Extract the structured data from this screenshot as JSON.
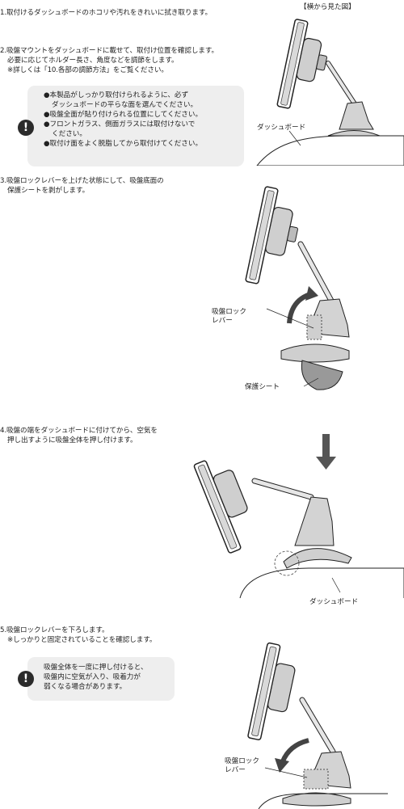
{
  "header_caption": "【横から見た図】",
  "step1": {
    "text": "1.取付けるダッシュボードのホコリや汚れをきれいに拭き取ります。"
  },
  "step2": {
    "lines": [
      "2.吸盤マウントをダッシュボードに載せて、取付け位置を確認します。",
      "必要に応じてホルダー長さ、角度などを調節をします。",
      "※詳しくは「10.各部の調節方法」をご覧ください。"
    ],
    "warning": [
      "●本製品がしっかり取付けられるように、必ず",
      "ダッシュボードの平らな面を選んでください。",
      "●吸盤全面が貼り付けられる位置にしてください。",
      "●フロントガラス、側面ガラスには取付けないで",
      "ください。",
      "●取付け面をよく脱脂してから取付けてください。"
    ],
    "label_dashboard": "ダッシュボード"
  },
  "step3": {
    "lines": [
      "3.吸盤ロックレバーを上げた状態にして、吸盤底面の",
      "保護シートを剥がします。"
    ],
    "label_lever": [
      "吸盤ロック",
      "レバー"
    ],
    "label_sheet": "保護シート"
  },
  "step4": {
    "lines": [
      "4.吸盤の端をダッシュボードに付けてから、空気を",
      "押し出すように吸盤全体を押し付けます。"
    ],
    "label_dashboard": "ダッシュボード"
  },
  "step5": {
    "lines": [
      "5.吸盤ロックレバーを下ろします。",
      "※しっかりと固定されていることを確認します。"
    ],
    "warning": [
      "吸盤全体を一度に押し付けると、",
      "吸盤内に空気が入り、吸着力が",
      "弱くなる場合があります。"
    ],
    "label_lever": [
      "吸盤ロック",
      "レバー"
    ]
  },
  "icons": {
    "warning": "exclamation-icon"
  }
}
